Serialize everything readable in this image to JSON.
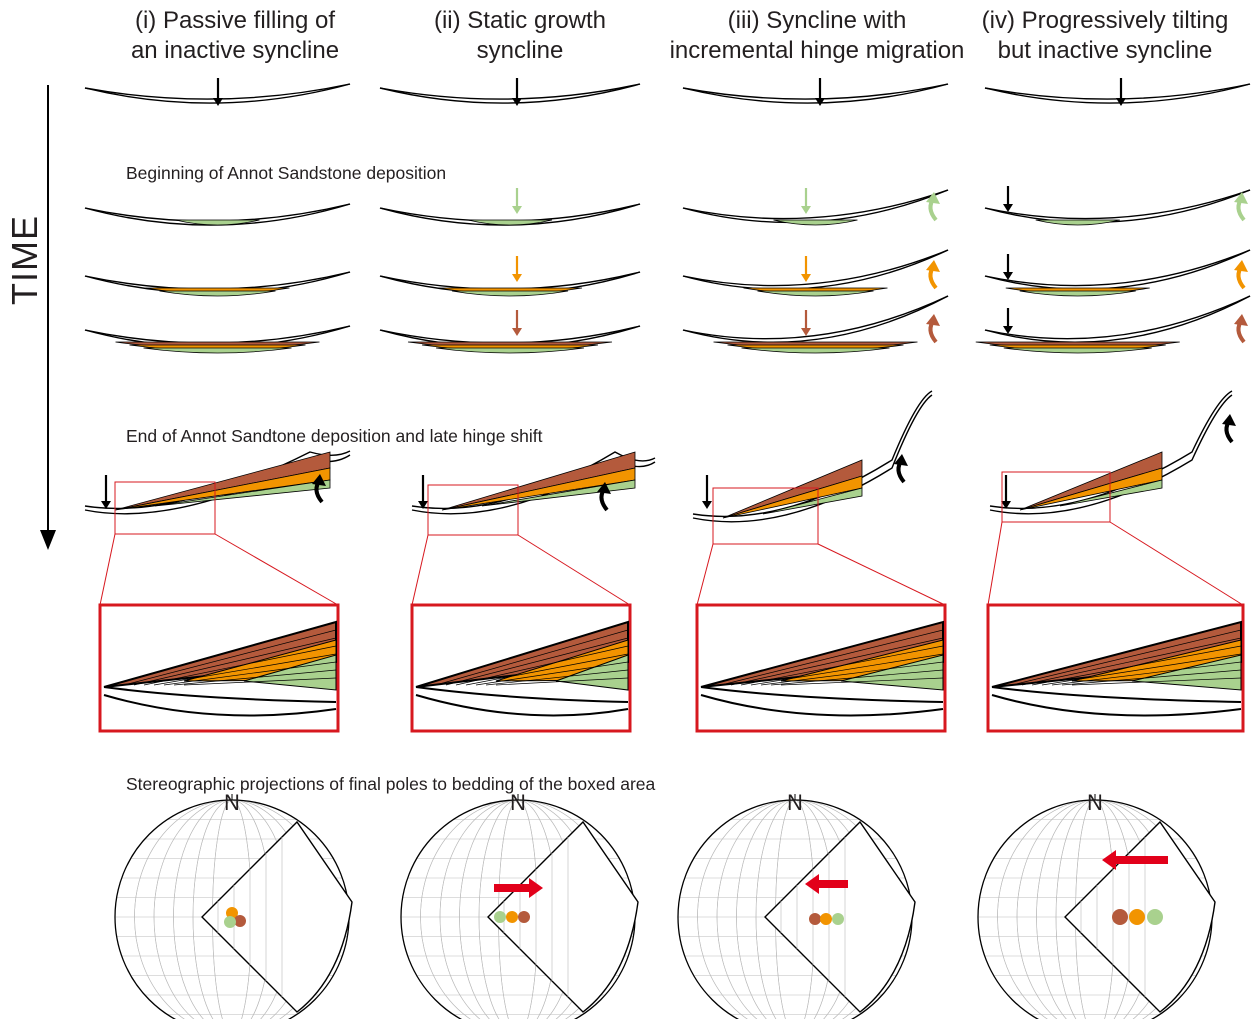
{
  "columns": [
    {
      "line1": "(i) Passive filling of",
      "line2": "an inactive syncline"
    },
    {
      "line1": "(ii) Static growth",
      "line2": "syncline"
    },
    {
      "line1": "(iii) Syncline with",
      "line2": "incremental hinge migration"
    },
    {
      "line1": "(iv) Progressively tilting",
      "line2": "but inactive syncline"
    }
  ],
  "time_label": "TIME",
  "stage_labels": {
    "beginning": "Beginning of Annot Sandstone deposition",
    "end": "End of Annot Sandtone deposition and late hinge shift",
    "stereo": "Stereographic projections of final poles to bedding of the boxed area"
  },
  "north_label": "N",
  "colors": {
    "green_layer": "#a9d18e",
    "orange_layer": "#f29400",
    "brown_layer": "#b45a3c",
    "box_red": "#d7181f",
    "arrow_black": "#000000",
    "stereo_arrow": "#e2001a"
  }
}
